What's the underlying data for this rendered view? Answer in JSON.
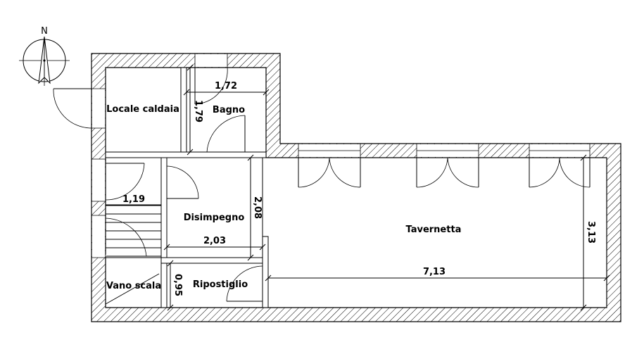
{
  "rooms": {
    "locale_caldaia": "Locale caldaia",
    "bagno": "Bagno",
    "disimpegno": "Disimpegno",
    "tavernetta": "Tavernetta",
    "vano_scala": "Vano scala",
    "ripostiglio": "Ripostiglio"
  },
  "dimensions": {
    "bagno_width": "1,72",
    "bagno_depth": "1,79",
    "stair_width": "1,19",
    "disimpegno_depth": "2,08",
    "disimpegno_width": "2,03",
    "tavernetta_depth": "3,13",
    "tavernetta_width": "7,13",
    "ripostiglio_depth": "0,95"
  },
  "compass": {
    "north_label": "N"
  }
}
